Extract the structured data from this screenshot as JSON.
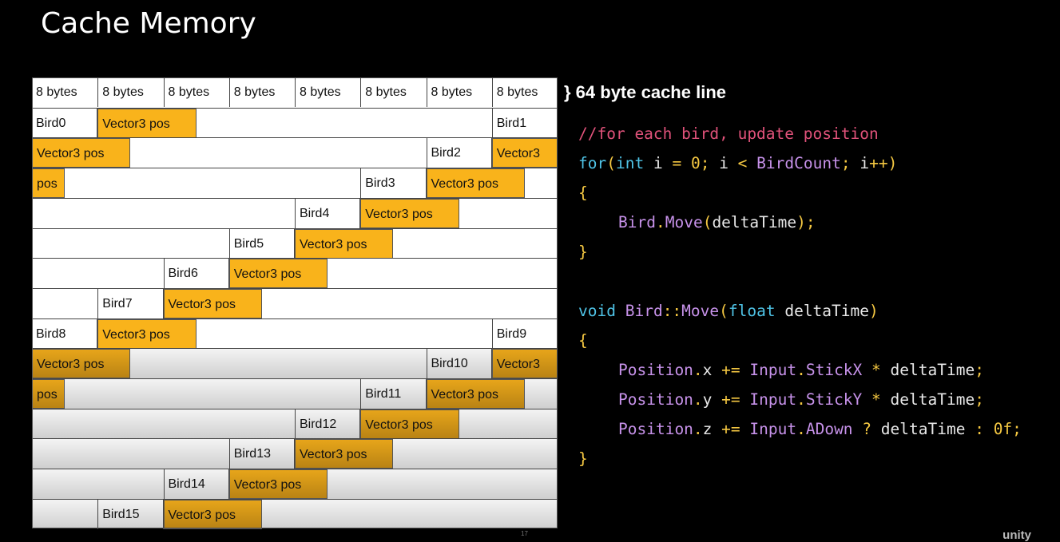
{
  "title": "Cache Memory",
  "cache_line_label": "} 64 byte cache line",
  "header_cells": [
    "8 bytes",
    "8 bytes",
    "8 bytes",
    "8 bytes",
    "8 bytes",
    "8 bytes",
    "8 bytes",
    "8 bytes"
  ],
  "rows": [
    {
      "fade": false,
      "cells": [
        {
          "t": "Bird0",
          "c": 0,
          "w": 1,
          "o": false
        },
        {
          "t": "Vector3 pos",
          "c": 1,
          "w": 1.5,
          "o": true
        },
        {
          "t": "Bird1",
          "c": 7,
          "w": 1,
          "o": false
        }
      ]
    },
    {
      "fade": false,
      "cells": [
        {
          "t": "Vector3 pos",
          "c": 0,
          "w": 1.5,
          "o": true
        },
        {
          "t": "Bird2",
          "c": 6,
          "w": 1,
          "o": false
        },
        {
          "t": "Vector3",
          "c": 7,
          "w": 1,
          "o": true
        }
      ]
    },
    {
      "fade": false,
      "cells": [
        {
          "t": "pos",
          "c": 0,
          "w": 0.5,
          "o": true
        },
        {
          "t": "Bird3",
          "c": 5,
          "w": 1,
          "o": false
        },
        {
          "t": "Vector3 pos",
          "c": 6,
          "w": 1.5,
          "o": true
        }
      ]
    },
    {
      "fade": false,
      "cells": [
        {
          "t": "Bird4",
          "c": 4,
          "w": 1,
          "o": false
        },
        {
          "t": "Vector3 pos",
          "c": 5,
          "w": 1.5,
          "o": true
        }
      ]
    },
    {
      "fade": false,
      "cells": [
        {
          "t": "Bird5",
          "c": 3,
          "w": 1,
          "o": false
        },
        {
          "t": "Vector3 pos",
          "c": 4,
          "w": 1.5,
          "o": true
        }
      ]
    },
    {
      "fade": false,
      "cells": [
        {
          "t": "Bird6",
          "c": 2,
          "w": 1,
          "o": false
        },
        {
          "t": "Vector3 pos",
          "c": 3,
          "w": 1.5,
          "o": true
        }
      ]
    },
    {
      "fade": false,
      "cells": [
        {
          "t": "Bird7",
          "c": 1,
          "w": 1,
          "o": false
        },
        {
          "t": "Vector3 pos",
          "c": 2,
          "w": 1.5,
          "o": true
        }
      ]
    },
    {
      "fade": false,
      "cells": [
        {
          "t": "Bird8",
          "c": 0,
          "w": 1,
          "o": false
        },
        {
          "t": "Vector3 pos",
          "c": 1,
          "w": 1.5,
          "o": true
        },
        {
          "t": "Bird9",
          "c": 7,
          "w": 1,
          "o": false
        }
      ]
    },
    {
      "fade": true,
      "cells": [
        {
          "t": "Vector3 pos",
          "c": 0,
          "w": 1.5,
          "o": true
        },
        {
          "t": "Bird10",
          "c": 6,
          "w": 1,
          "o": false
        },
        {
          "t": "Vector3",
          "c": 7,
          "w": 1,
          "o": true
        }
      ]
    },
    {
      "fade": true,
      "cells": [
        {
          "t": "pos",
          "c": 0,
          "w": 0.5,
          "o": true
        },
        {
          "t": "Bird11",
          "c": 5,
          "w": 1,
          "o": false
        },
        {
          "t": "Vector3 pos",
          "c": 6,
          "w": 1.5,
          "o": true
        }
      ]
    },
    {
      "fade": true,
      "cells": [
        {
          "t": "Bird12",
          "c": 4,
          "w": 1,
          "o": false
        },
        {
          "t": "Vector3 pos",
          "c": 5,
          "w": 1.5,
          "o": true
        }
      ]
    },
    {
      "fade": true,
      "cells": [
        {
          "t": "Bird13",
          "c": 3,
          "w": 1,
          "o": false
        },
        {
          "t": "Vector3 pos",
          "c": 4,
          "w": 1.5,
          "o": true
        }
      ]
    },
    {
      "fade": true,
      "cells": [
        {
          "t": "Bird14",
          "c": 2,
          "w": 1,
          "o": false
        },
        {
          "t": "Vector3 pos",
          "c": 3,
          "w": 1.5,
          "o": true
        }
      ]
    },
    {
      "fade": true,
      "cells": [
        {
          "t": "Bird15",
          "c": 1,
          "w": 1,
          "o": false
        },
        {
          "t": "Vector3 pos",
          "c": 2,
          "w": 1.5,
          "o": true
        }
      ]
    }
  ],
  "code_lines": [
    {
      "indent": 0,
      "parts": [
        {
          "t": "//for each bird, update position",
          "k": "comment"
        }
      ]
    },
    {
      "indent": 0,
      "parts": [
        {
          "t": "for",
          "k": "kw"
        },
        {
          "t": "(",
          "k": "punct"
        },
        {
          "t": "int",
          "k": "kw"
        },
        {
          "t": " i ",
          "k": "plain"
        },
        {
          "t": "=",
          "k": "op"
        },
        {
          "t": " ",
          "k": "plain"
        },
        {
          "t": "0",
          "k": "num"
        },
        {
          "t": "; ",
          "k": "punct"
        },
        {
          "t": "i ",
          "k": "plain"
        },
        {
          "t": "<",
          "k": "op"
        },
        {
          "t": " ",
          "k": "plain"
        },
        {
          "t": "BirdCount",
          "k": "ident"
        },
        {
          "t": "; ",
          "k": "punct"
        },
        {
          "t": "i",
          "k": "plain"
        },
        {
          "t": "++",
          "k": "op"
        },
        {
          "t": ")",
          "k": "punct"
        }
      ]
    },
    {
      "indent": 0,
      "parts": [
        {
          "t": "{",
          "k": "punct"
        }
      ]
    },
    {
      "indent": 1,
      "parts": [
        {
          "t": "Bird",
          "k": "ident"
        },
        {
          "t": ".",
          "k": "punct"
        },
        {
          "t": "Move",
          "k": "ident"
        },
        {
          "t": "(",
          "k": "punct"
        },
        {
          "t": "deltaTime",
          "k": "plain"
        },
        {
          "t": ");",
          "k": "punct"
        }
      ]
    },
    {
      "indent": 0,
      "parts": [
        {
          "t": "}",
          "k": "punct"
        }
      ]
    },
    {
      "indent": 0,
      "parts": [
        {
          "t": "",
          "k": "plain"
        }
      ]
    },
    {
      "indent": 0,
      "parts": [
        {
          "t": "void",
          "k": "kw"
        },
        {
          "t": " ",
          "k": "plain"
        },
        {
          "t": "Bird",
          "k": "ident"
        },
        {
          "t": "::",
          "k": "punct"
        },
        {
          "t": "Move",
          "k": "ident"
        },
        {
          "t": "(",
          "k": "punct"
        },
        {
          "t": "float",
          "k": "kw"
        },
        {
          "t": " deltaTime",
          "k": "plain"
        },
        {
          "t": ")",
          "k": "punct"
        }
      ]
    },
    {
      "indent": 0,
      "parts": [
        {
          "t": "{",
          "k": "punct"
        }
      ]
    },
    {
      "indent": 1,
      "parts": [
        {
          "t": "Position",
          "k": "ident"
        },
        {
          "t": ".",
          "k": "punct"
        },
        {
          "t": "x ",
          "k": "plain"
        },
        {
          "t": "+=",
          "k": "op"
        },
        {
          "t": " ",
          "k": "plain"
        },
        {
          "t": "Input",
          "k": "ident"
        },
        {
          "t": ".",
          "k": "punct"
        },
        {
          "t": "StickX",
          "k": "ident"
        },
        {
          "t": " ",
          "k": "plain"
        },
        {
          "t": "*",
          "k": "op"
        },
        {
          "t": " deltaTime",
          "k": "plain"
        },
        {
          "t": ";",
          "k": "punct"
        }
      ]
    },
    {
      "indent": 1,
      "parts": [
        {
          "t": "Position",
          "k": "ident"
        },
        {
          "t": ".",
          "k": "punct"
        },
        {
          "t": "y ",
          "k": "plain"
        },
        {
          "t": "+=",
          "k": "op"
        },
        {
          "t": " ",
          "k": "plain"
        },
        {
          "t": "Input",
          "k": "ident"
        },
        {
          "t": ".",
          "k": "punct"
        },
        {
          "t": "StickY",
          "k": "ident"
        },
        {
          "t": " ",
          "k": "plain"
        },
        {
          "t": "*",
          "k": "op"
        },
        {
          "t": " deltaTime",
          "k": "plain"
        },
        {
          "t": ";",
          "k": "punct"
        }
      ]
    },
    {
      "indent": 1,
      "parts": [
        {
          "t": "Position",
          "k": "ident"
        },
        {
          "t": ".",
          "k": "punct"
        },
        {
          "t": "z ",
          "k": "plain"
        },
        {
          "t": "+=",
          "k": "op"
        },
        {
          "t": " ",
          "k": "plain"
        },
        {
          "t": "Input",
          "k": "ident"
        },
        {
          "t": ".",
          "k": "punct"
        },
        {
          "t": "ADown",
          "k": "ident"
        },
        {
          "t": " ",
          "k": "plain"
        },
        {
          "t": "?",
          "k": "op"
        },
        {
          "t": " deltaTime ",
          "k": "plain"
        },
        {
          "t": ":",
          "k": "op"
        },
        {
          "t": " ",
          "k": "plain"
        },
        {
          "t": "0f",
          "k": "num"
        },
        {
          "t": ";",
          "k": "punct"
        }
      ]
    },
    {
      "indent": 0,
      "parts": [
        {
          "t": "}",
          "k": "punct"
        }
      ]
    }
  ],
  "slide_number": "17",
  "logo_text": "unity"
}
